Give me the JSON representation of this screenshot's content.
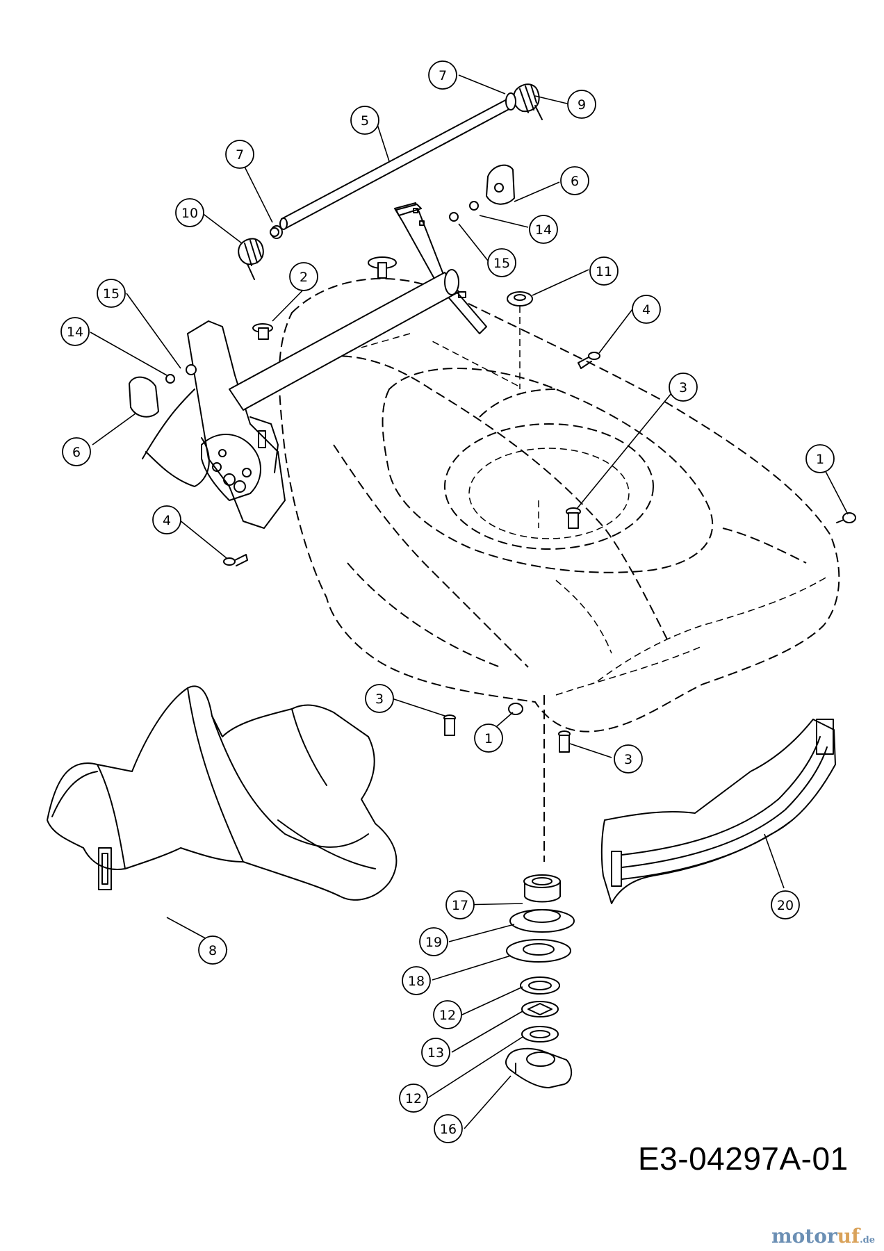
{
  "drawing_id": "E3-04297A-01",
  "watermark": {
    "part_a": "motor",
    "part_b": "uf",
    "part_c": ".de"
  },
  "callouts": [
    {
      "label": "7"
    },
    {
      "label": "9"
    },
    {
      "label": "5"
    },
    {
      "label": "7"
    },
    {
      "label": "6"
    },
    {
      "label": "10"
    },
    {
      "label": "14"
    },
    {
      "label": "15"
    },
    {
      "label": "2"
    },
    {
      "label": "11"
    },
    {
      "label": "15"
    },
    {
      "label": "4"
    },
    {
      "label": "14"
    },
    {
      "label": "3"
    },
    {
      "label": "6"
    },
    {
      "label": "1"
    },
    {
      "label": "4"
    },
    {
      "label": "3"
    },
    {
      "label": "1"
    },
    {
      "label": "3"
    },
    {
      "label": "17"
    },
    {
      "label": "20"
    },
    {
      "label": "19"
    },
    {
      "label": "8"
    },
    {
      "label": "18"
    },
    {
      "label": "12"
    },
    {
      "label": "13"
    },
    {
      "label": "12"
    },
    {
      "label": "16"
    }
  ]
}
